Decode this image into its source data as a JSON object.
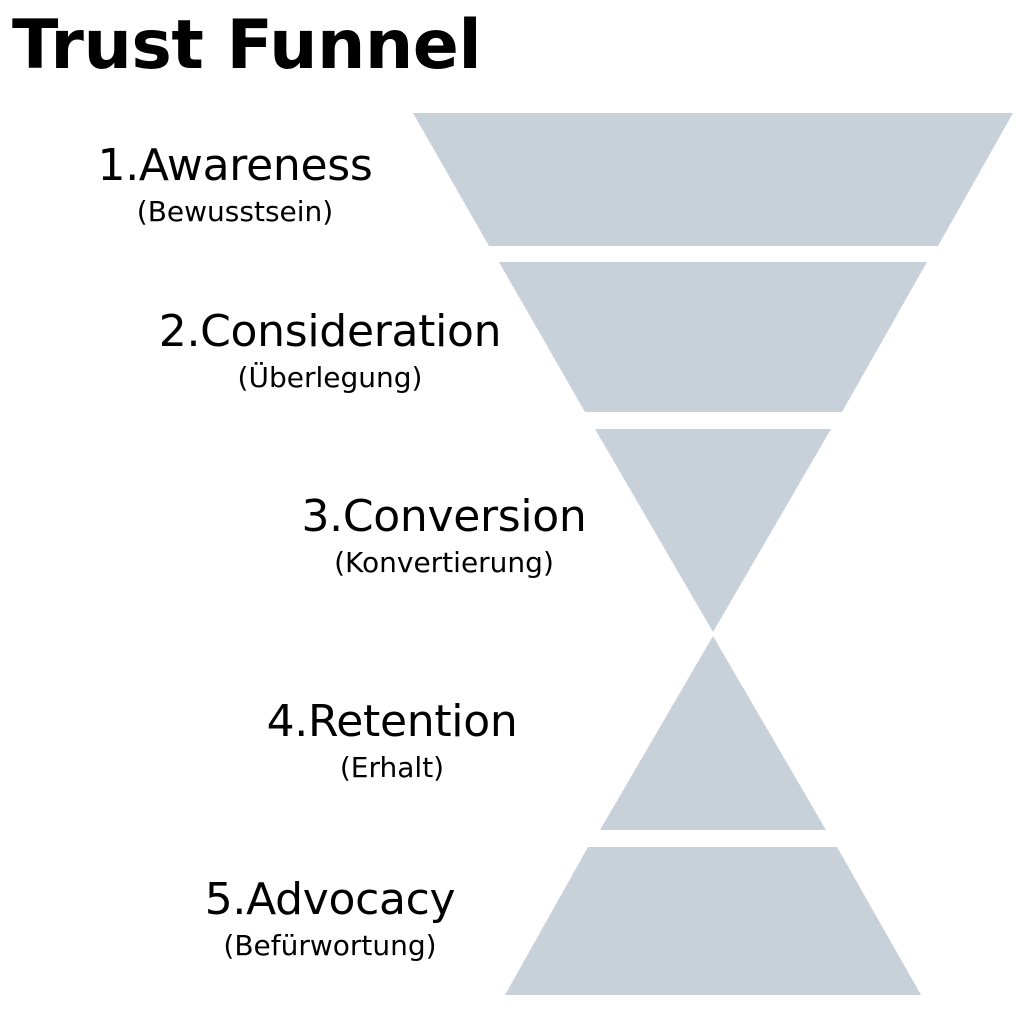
{
  "title": "Trust Funnel",
  "colors": {
    "segment_fill": "#c8d0da",
    "text": "#000000",
    "background": "#ffffff"
  },
  "stages": [
    {
      "label": "1.Awareness",
      "sublabel": "(Bewusstsein)"
    },
    {
      "label": "2.Consideration",
      "sublabel": "(Überlegung)"
    },
    {
      "label": "3.Conversion",
      "sublabel": "(Konvertierung)"
    },
    {
      "label": "4.Retention",
      "sublabel": "(Erhalt)"
    },
    {
      "label": "5.Advocacy",
      "sublabel": "(Befürwortung)"
    }
  ]
}
